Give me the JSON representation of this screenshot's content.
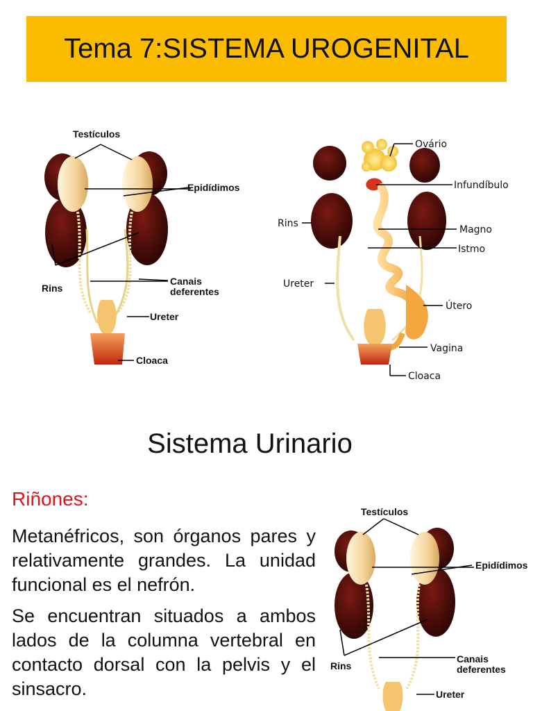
{
  "header": {
    "title": "Tema 7:SISTEMA UROGENITAL",
    "bg_color": "#fbbc00"
  },
  "figure_male": {
    "labels": {
      "testiculos": "Testículos",
      "epididimos": "Epidídimos",
      "rins": "Rins",
      "canais1": "Canais",
      "canais2": "deferentes",
      "ureter": "Ureter",
      "cloaca": "Cloaca"
    }
  },
  "figure_female": {
    "labels": {
      "ovario": "Ovário",
      "infundibulo": "Infundíbulo",
      "rins": "Rins",
      "magno": "Magno",
      "istmo": "Istmo",
      "ureter": "Ureter",
      "utero": "Útero",
      "vagina": "Vagina",
      "cloaca": "Cloaca"
    }
  },
  "figure_male_small": {
    "labels": {
      "testiculos": "Testículos",
      "epididimos": "Epidídimos",
      "rins": "Rins",
      "canais1": "Canais",
      "canais2": "deferentes",
      "ureter": "Ureter"
    }
  },
  "section": {
    "title": "Sistema Urinario",
    "subheading": "Riñones:",
    "paragraphs": [
      "Metanéfricos, son órganos pares y relativamente grandes. La unidad funcional es el nefrón.",
      "Se encuentran situados a ambos lados de la columna vertebral en contacto dorsal con la pelvis y el sinsacro."
    ]
  }
}
